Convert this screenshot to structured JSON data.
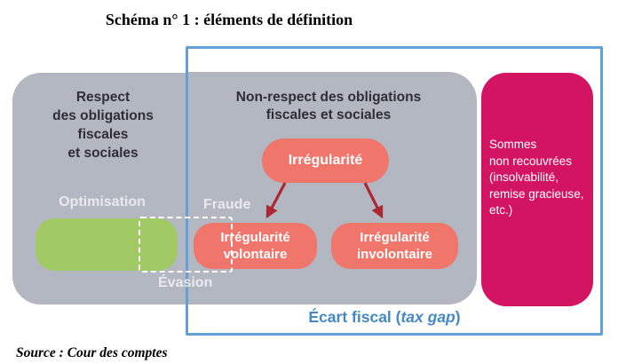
{
  "title": "Schéma n° 1 : éléments de définition",
  "source": "Source : Cour des comptes",
  "colors": {
    "zone_gray": "#b3b7c1",
    "optimisation_green": "#a2ca64",
    "irregularite_salmon": "#f0766c",
    "sommes_magenta": "#d31462",
    "tax_gap_frame_blue": "#63a0d6",
    "tax_gap_text_blue": "#4489c4",
    "arrow_red": "#ad2733",
    "heading_dark": "#2d2e36",
    "light_label": "#e8eaee"
  },
  "diagram": {
    "respect_zone": {
      "label": "Respect\ndes obligations\nfiscales\net sociales"
    },
    "non_respect_zone": {
      "label": "Non-respect des obligations\nfiscales et sociales"
    },
    "optimisation_label": "Optimisation",
    "fraude_label": "Fraude",
    "evasion_label": "Évasion",
    "irregularite_label": "Irrégularité",
    "irregularite_volontaire_label": "Irrégularité\nvolontaire",
    "irregularite_involontaire_label": "Irrégularité\ninvolontaire",
    "sommes_label": "Sommes\nnon recouvrées\n(insolvabilité,\nremise gracieuse,\netc.)",
    "ecart_fiscal": {
      "text_before": "Écart fiscal (",
      "text_italic": "tax gap",
      "text_after": ")"
    }
  }
}
